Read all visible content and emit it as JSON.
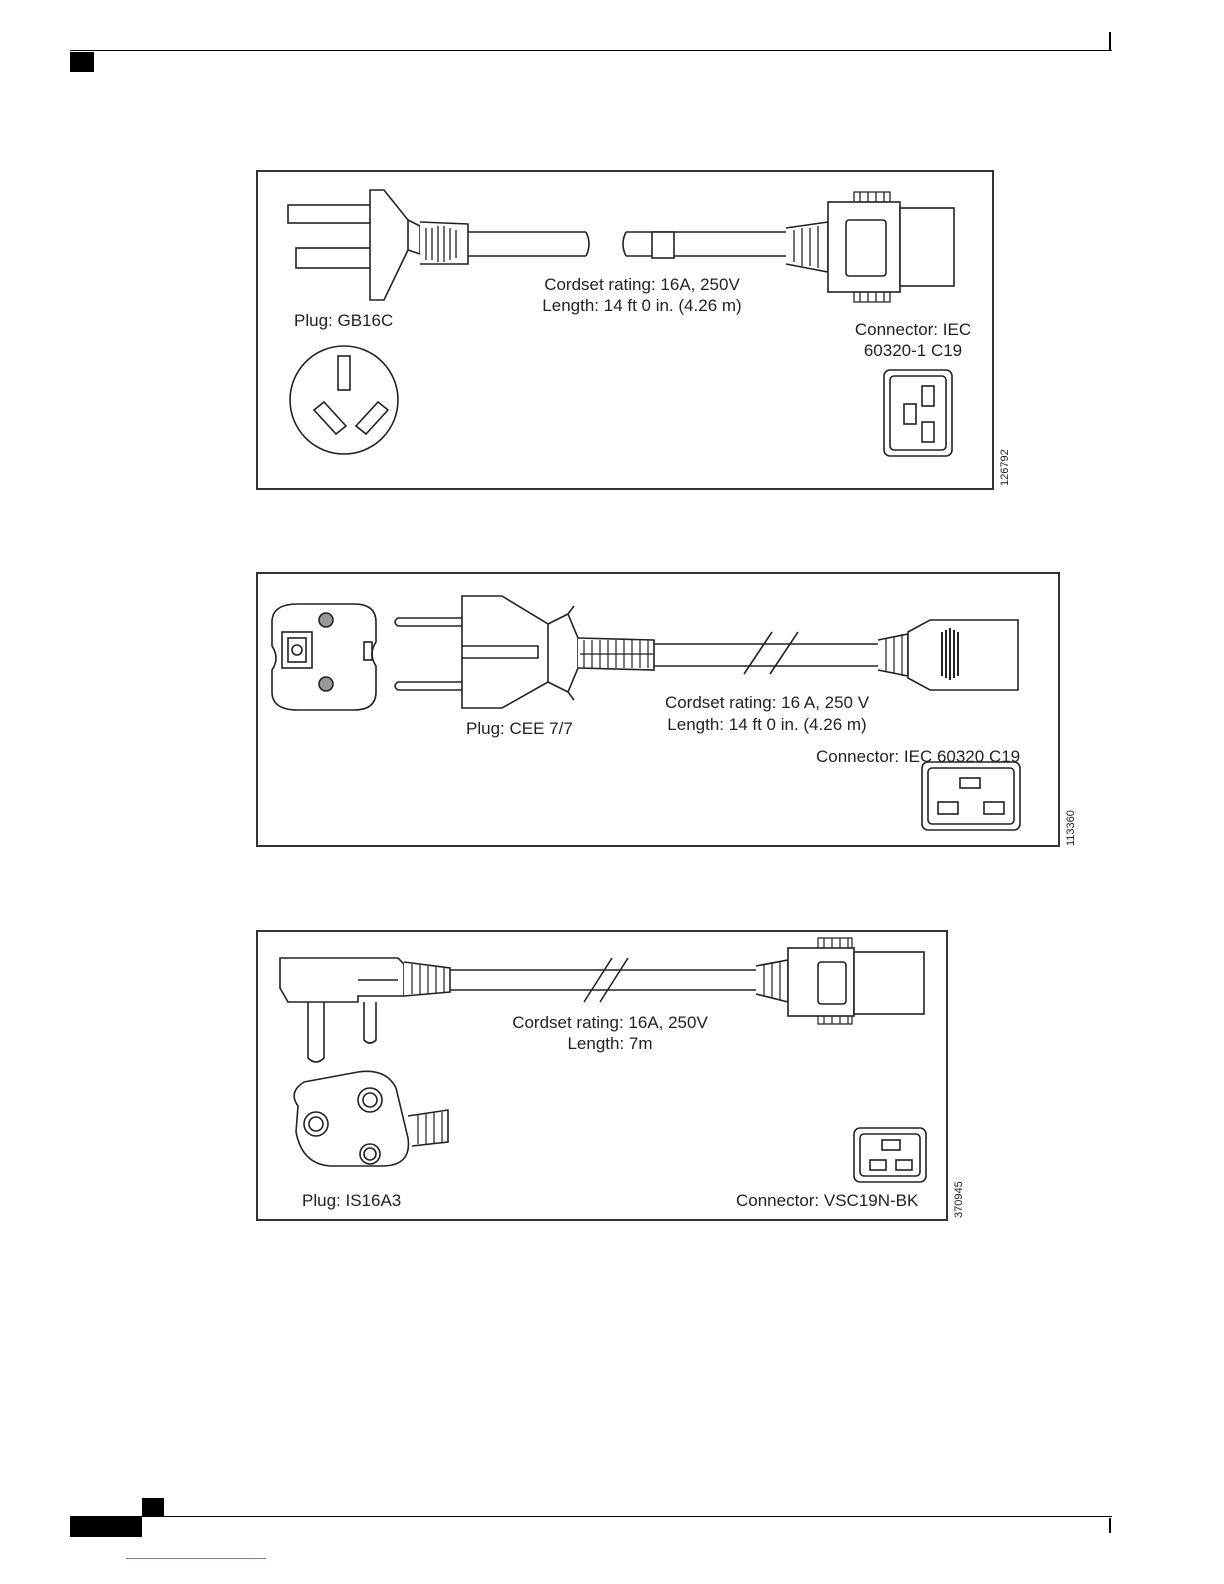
{
  "figures": [
    {
      "plug_label": "Plug: GB16C",
      "rating_line1": "Cordset rating:  16A, 250V",
      "rating_line2": "Length:  14 ft 0 in. (4.26 m)",
      "connector_line1": "Connector: IEC",
      "connector_line2": "60320-1 C19",
      "figure_id": "126792"
    },
    {
      "plug_label": "Plug: CEE 7/7",
      "rating_line1": "Cordset rating: 16 A, 250 V",
      "rating_line2": "Length: 14 ft 0 in. (4.26 m)",
      "connector_label": "Connector: IEC 60320 C19",
      "figure_id": "113360"
    },
    {
      "plug_label": "Plug: IS16A3",
      "rating_line1": "Cordset rating: 16A, 250V",
      "rating_line2": "Length: 7m",
      "connector_label": "Connector: VSC19N-BK",
      "figure_id": "370945"
    }
  ]
}
